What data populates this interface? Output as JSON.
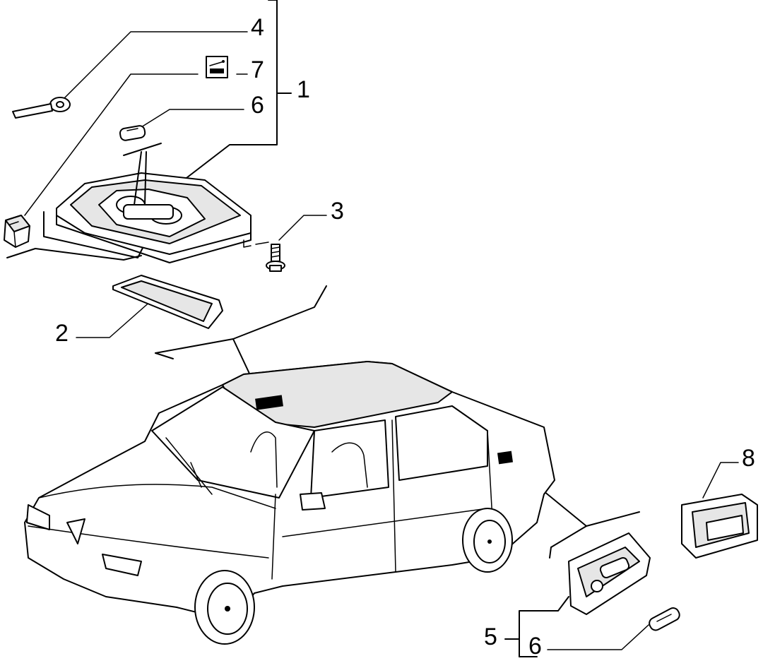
{
  "callouts": {
    "c4": "4",
    "c7": "7",
    "c1": "1",
    "c6_top": "6",
    "c3": "3",
    "c2": "2",
    "c8": "8",
    "c5": "5",
    "c6_bottom": "6"
  }
}
